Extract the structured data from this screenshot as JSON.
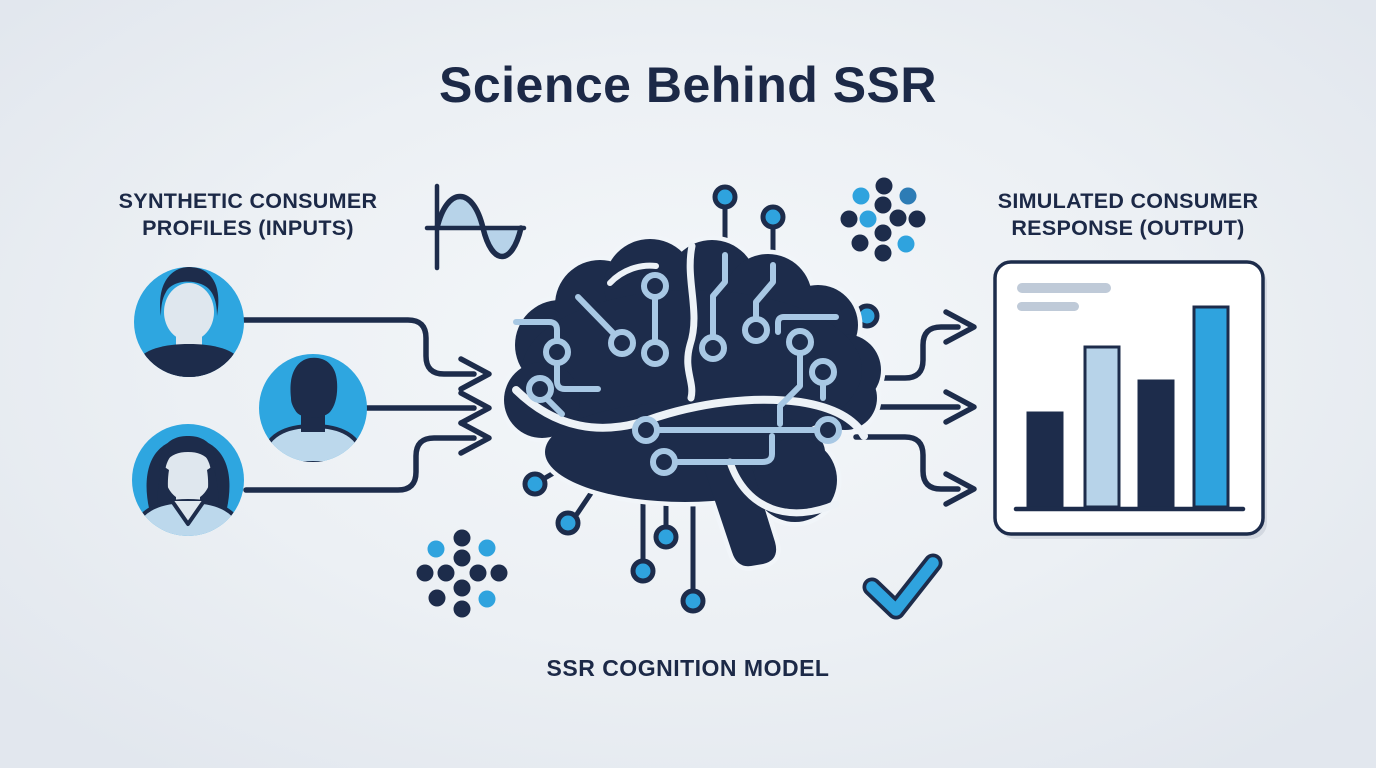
{
  "title": "Science Behind SSR",
  "labels": {
    "inputs": "SYNTHETIC CONSUMER\nPROFILES (INPUTS)",
    "model": "SSR COGNITION MODEL",
    "outputs": "SIMULATED CONSUMER\nRESPONSE (OUTPUT)"
  },
  "icons": {
    "avatar-male-icon": "male consumer avatar",
    "avatar-neutral-icon": "neutral consumer avatar",
    "avatar-female-icon": "female consumer avatar",
    "brain-circuit-icon": "circuit-board brain (SSR cognition model)",
    "sine-wave-icon": "sine wave mini plot",
    "dot-cluster-icon": "decorative dot cluster",
    "checkmark-icon": "blue checkmark",
    "flow-arrow-icon": "process flow arrow",
    "bar-chart-icon": "simulated response bar chart card"
  },
  "colors": {
    "background": "#ecf0f4",
    "navy": "#1d2c4b",
    "sky_blue": "#2fa3de",
    "light_blue": "#b7d3e9",
    "trace_blue": "#a8c8e4",
    "avatar_circle": "#2ea6e0",
    "face": "#dfe7ee",
    "card_bg": "#ffffff",
    "pill_gray": "#bfcad8"
  },
  "chart_data": {
    "type": "bar",
    "title": "",
    "xlabel": "",
    "ylabel": "",
    "values": [
      47,
      80,
      63,
      100
    ],
    "bar_colors": [
      "#1d2c4b",
      "#b7d3e9",
      "#1d2c4b",
      "#2fa3de"
    ],
    "ylim": [
      0,
      100
    ],
    "grid": false,
    "legend": "none",
    "note_placeholders": 2
  }
}
